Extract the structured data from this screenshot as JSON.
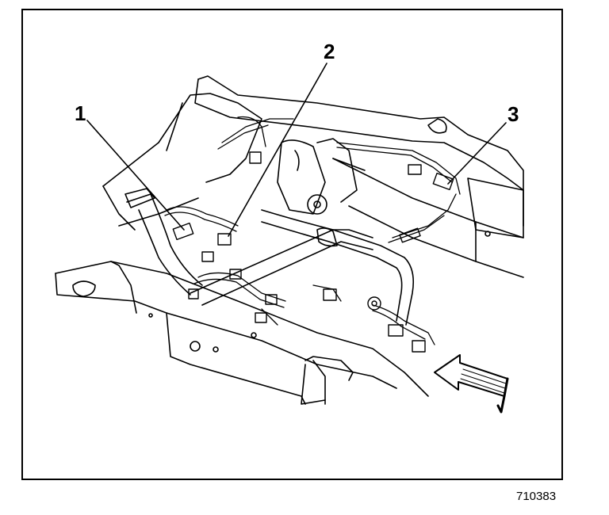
{
  "diagram": {
    "callouts": [
      {
        "id": "1",
        "label": "1"
      },
      {
        "id": "2",
        "label": "2"
      },
      {
        "id": "3",
        "label": "3"
      }
    ],
    "figure_number": "710383"
  },
  "colors": {
    "ink": "#000000",
    "paper": "#ffffff"
  },
  "icons": {
    "direction_arrow": "arrow-forward-icon"
  }
}
